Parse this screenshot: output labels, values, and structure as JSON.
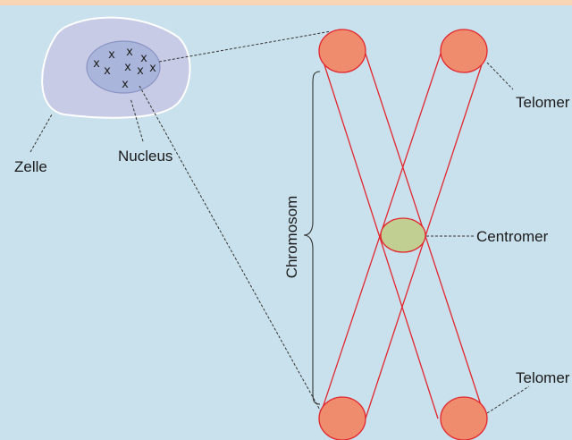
{
  "colors": {
    "background": "#c9e1ec",
    "top_bar": "#f8d6b5",
    "cell_fill": "#c7cbe6",
    "cell_stroke": "#ffffff",
    "nucleus_fill": "#a9b5da",
    "nucleus_stroke": "#8b93c4",
    "telomere_fill": "#f08c6e",
    "telomere_stroke": "#e2262e",
    "chromatid_stroke": "#e2262e",
    "centromere_fill": "#c1d092",
    "centromere_stroke": "#e2262e",
    "pointer_line": "#333333"
  },
  "labels": {
    "cell": "Zelle",
    "nucleus": "Nucleus",
    "chromosome": "Chromosom",
    "telomere_top": "Telomer",
    "centromere": "Centromer",
    "telomere_bottom": "Telomer"
  },
  "nucleus_marks": "x"
}
